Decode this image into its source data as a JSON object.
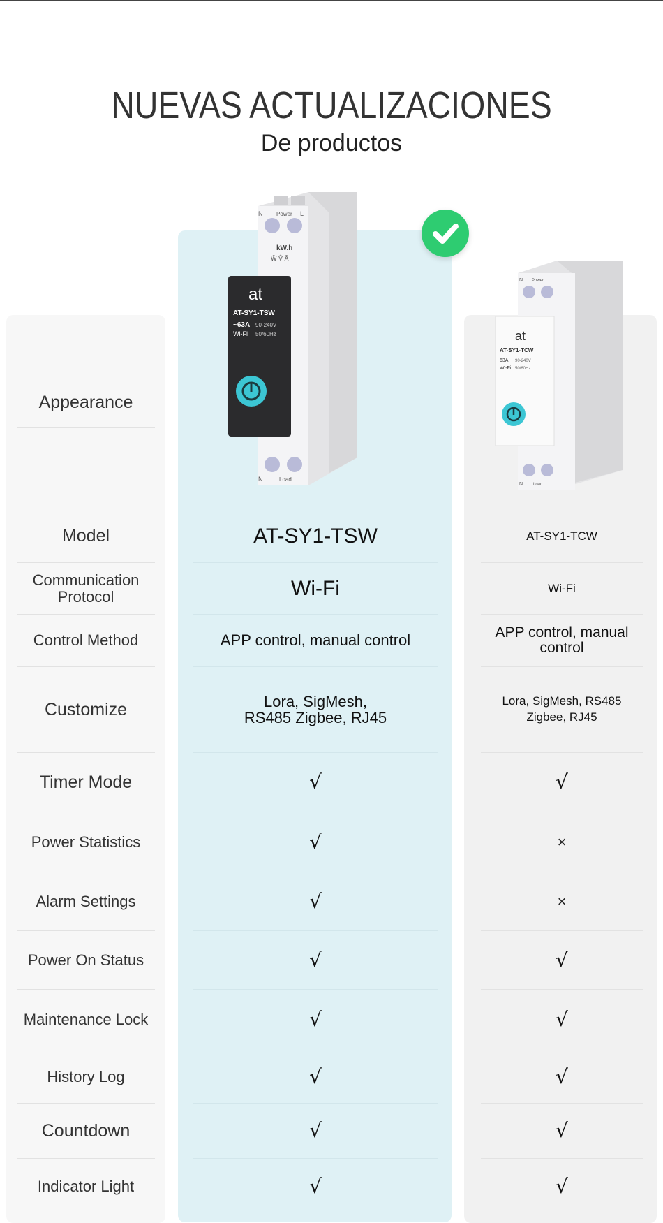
{
  "header": {
    "title": "NUEVAS ACTUALIZACIONES",
    "subtitle": "De productos"
  },
  "colors": {
    "highlight": "#dff1f5",
    "badge": "#2ecc71",
    "accent": "#3cc6d4"
  },
  "products": [
    {
      "model_print": "AT-SY1-TSW",
      "rating": "~63A",
      "comm": "Wi-Fi",
      "volt": "90-240V",
      "freq": "50/60Hz",
      "logo": "at",
      "face": "black"
    },
    {
      "model_print": "AT-SY1-TCW",
      "rating": "63A",
      "comm": "Wi-Fi",
      "volt": "90-240V",
      "freq": "50/60Hz",
      "logo": "at",
      "face": "white"
    }
  ],
  "rows": [
    {
      "label": "Appearance"
    },
    {
      "label": "Model",
      "tsw": "AT-SY1-TSW",
      "tcw": "AT-SY1-TCW"
    },
    {
      "label": "Communication Protocol",
      "tsw": "Wi-Fi",
      "tcw": "Wi-Fi"
    },
    {
      "label": "Control Method",
      "tsw": "APP control, manual control",
      "tcw": "APP control, manual control"
    },
    {
      "label": "Customize",
      "tsw": "Lora, SigMesh, RS485 Zigbee, RJ45",
      "tcw": "Lora, SigMesh, RS485 Zigbee, RJ45"
    },
    {
      "label": "Timer Mode",
      "tsw": "√",
      "tcw": "√"
    },
    {
      "label": "Power Statistics",
      "tsw": "√",
      "tcw": "×"
    },
    {
      "label": "Alarm Settings",
      "tsw": "√",
      "tcw": "×"
    },
    {
      "label": "Power On Status",
      "tsw": "√",
      "tcw": "√"
    },
    {
      "label": "Maintenance Lock",
      "tsw": "√",
      "tcw": "√"
    },
    {
      "label": "History Log",
      "tsw": "√",
      "tcw": "√"
    },
    {
      "label": "Countdown",
      "tsw": "√",
      "tcw": "√"
    },
    {
      "label": "Indicator Light",
      "tsw": "√",
      "tcw": "√"
    }
  ]
}
